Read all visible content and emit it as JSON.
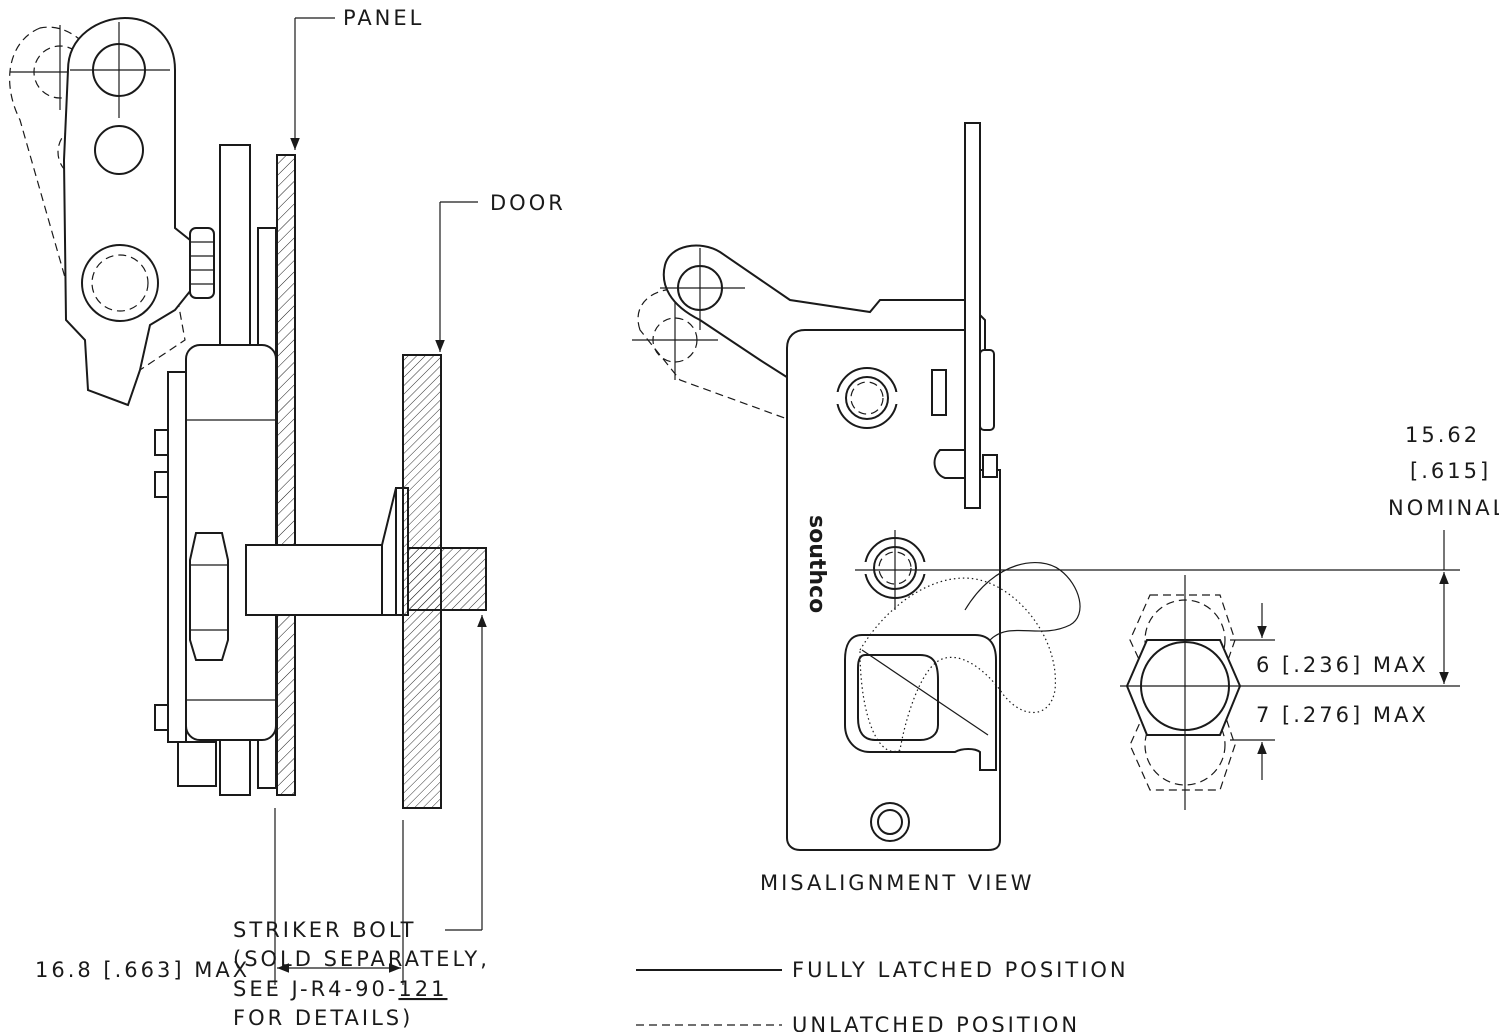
{
  "labels": {
    "panel": "PANEL",
    "door": "DOOR",
    "striker_line1": "STRIKER BOLT",
    "striker_line2": "(SOLD SEPARATELY,",
    "striker_line3_prefix": "SEE J-R4-90-",
    "striker_line3_ref": "121",
    "striker_line4": "FOR DETAILS)",
    "dim_left": "16.8 [.663] MAX",
    "brand": "southco",
    "misalignment": "MISALIGNMENT VIEW",
    "dim_top_value": "15.62",
    "dim_top_inch": "[.615]",
    "dim_top_note": "NOMINAL",
    "dim_up": "6 [.236] MAX",
    "dim_down": "7 [.276] MAX"
  },
  "legend": {
    "latched": "FULLY LATCHED POSITION",
    "unlatched": "UNLATCHED POSITION"
  }
}
